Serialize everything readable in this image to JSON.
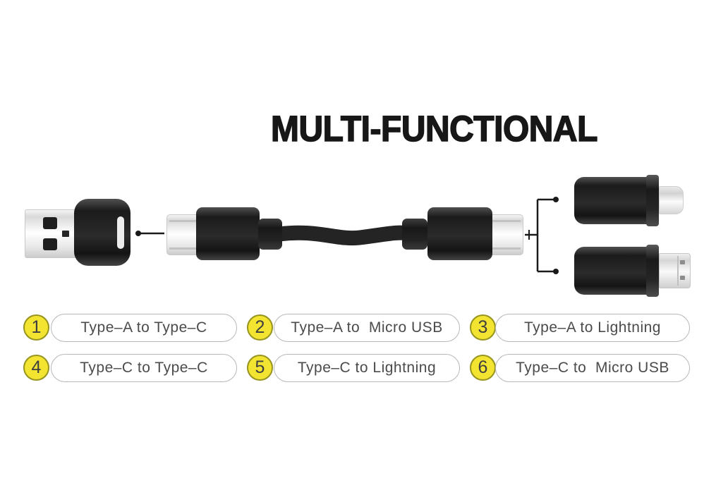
{
  "title": "MULTI-FUNCTIONAL",
  "colors": {
    "background": "#ffffff",
    "title_text": "#171717",
    "connector_black": "#262626",
    "connector_silver": "#e9e9e9",
    "badge_yellow": "#f2e431",
    "badge_border": "#96941f",
    "pill_border": "#b7b7b7",
    "pill_text": "#4b4b4b"
  },
  "diagram": {
    "parts": [
      {
        "icon": "usb-a-to-type-c-adapter-icon"
      },
      {
        "icon": "type-c-to-type-c-cable-icon"
      },
      {
        "icon": "type-c-to-lightning-adapter-icon"
      },
      {
        "icon": "type-c-to-micro-usb-adapter-icon"
      }
    ]
  },
  "combinations": [
    {
      "number": "1",
      "label": "Type–A to Type–C"
    },
    {
      "number": "2",
      "label": "Type–A to  Micro USB"
    },
    {
      "number": "3",
      "label": "Type–A to Lightning"
    },
    {
      "number": "4",
      "label": "Type–C to Type–C"
    },
    {
      "number": "5",
      "label": "Type–C to Lightning"
    },
    {
      "number": "6",
      "label": "Type–C to  Micro USB"
    }
  ]
}
